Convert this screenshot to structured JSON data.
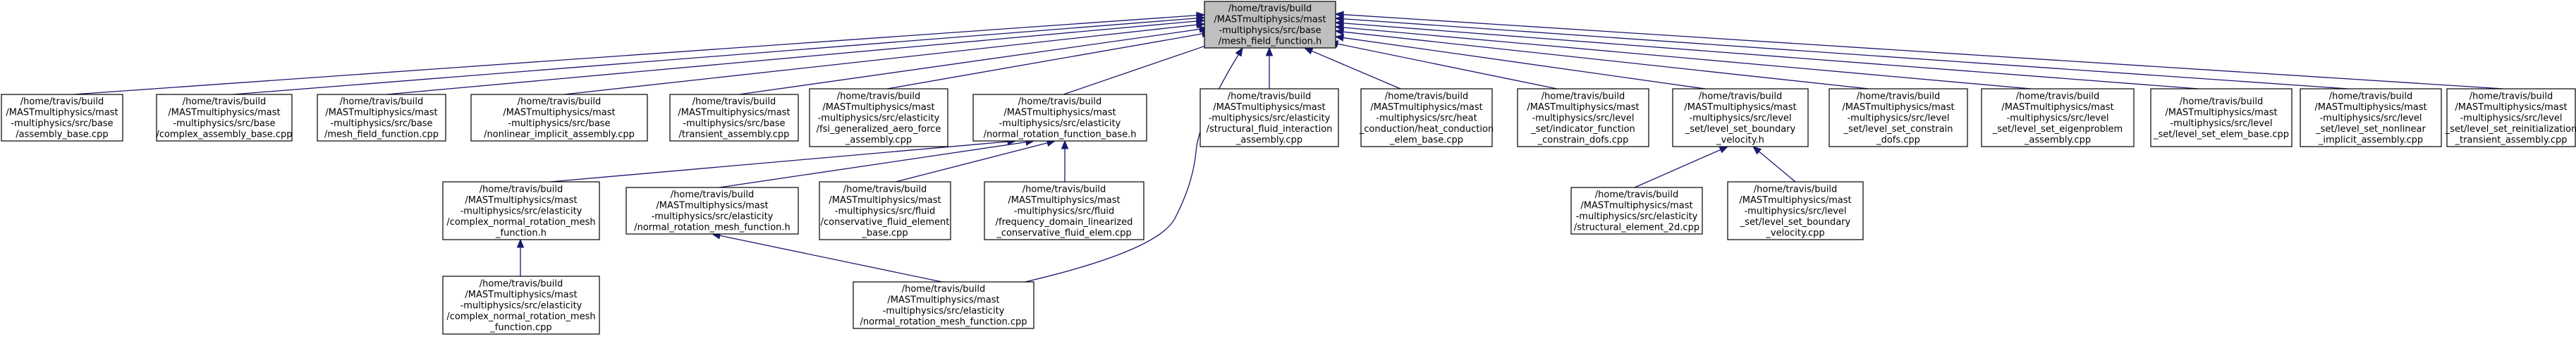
{
  "diagram": {
    "type": "include-dependency-graph",
    "colors": {
      "edge": "#191970",
      "root_fill": "#bfbfbf",
      "node_fill": "#ffffff",
      "border": "#000000"
    },
    "nodes": [
      {
        "id": "root",
        "root": true,
        "lines": [
          "/home/travis/build",
          "/MASTmultiphysics/mast",
          "-multiphysics/src/base",
          "/mesh_field_function.h"
        ]
      },
      {
        "id": "assembly_base",
        "lines": [
          "/home/travis/build",
          "/MASTmultiphysics/mast",
          "-multiphysics/src/base",
          "/assembly_base.cpp"
        ]
      },
      {
        "id": "complex_assembly_base",
        "lines": [
          "/home/travis/build",
          "/MASTmultiphysics/mast",
          "-multiphysics/src/base",
          "/complex_assembly_base.cpp"
        ]
      },
      {
        "id": "mesh_field_function_cpp",
        "lines": [
          "/home/travis/build",
          "/MASTmultiphysics/mast",
          "-multiphysics/src/base",
          "/mesh_field_function.cpp"
        ]
      },
      {
        "id": "nonlinear_implicit_assembly",
        "lines": [
          "/home/travis/build",
          "/MASTmultiphysics/mast",
          "-multiphysics/src/base",
          "/nonlinear_implicit_assembly.cpp"
        ]
      },
      {
        "id": "transient_assembly",
        "lines": [
          "/home/travis/build",
          "/MASTmultiphysics/mast",
          "-multiphysics/src/base",
          "/transient_assembly.cpp"
        ]
      },
      {
        "id": "fsi_generalized_aero_force",
        "lines": [
          "/home/travis/build",
          "/MASTmultiphysics/mast",
          "-multiphysics/src/elasticity",
          "/fsi_generalized_aero_force",
          "_assembly.cpp"
        ]
      },
      {
        "id": "normal_rotation_function_base",
        "lines": [
          "/home/travis/build",
          "/MASTmultiphysics/mast",
          "-multiphysics/src/elasticity",
          "/normal_rotation_function_base.h"
        ]
      },
      {
        "id": "structural_fluid_interaction",
        "lines": [
          "/home/travis/build",
          "/MASTmultiphysics/mast",
          "-multiphysics/src/elasticity",
          "/structural_fluid_interaction",
          "_assembly.cpp"
        ]
      },
      {
        "id": "conduction_elem_base",
        "lines": [
          "/home/travis/build",
          "/MASTmultiphysics/mast",
          "-multiphysics/src/heat",
          "_conduction/heat_conduction",
          "_elem_base.cpp"
        ]
      },
      {
        "id": "indicator_function",
        "lines": [
          "/home/travis/build",
          "/MASTmultiphysics/mast",
          "-multiphysics/src/level",
          "_set/indicator_function",
          "_constrain_dofs.cpp"
        ]
      },
      {
        "id": "level_set_boundary_velocity_h",
        "lines": [
          "/home/travis/build",
          "/MASTmultiphysics/mast",
          "-multiphysics/src/level",
          "_set/level_set_boundary",
          "_velocity.h"
        ]
      },
      {
        "id": "level_set_constrain_dofs",
        "lines": [
          "/home/travis/build",
          "/MASTmultiphysics/mast",
          "-multiphysics/src/level",
          "_set/level_set_constrain",
          "_dofs.cpp"
        ]
      },
      {
        "id": "level_set_eigenproblem",
        "lines": [
          "/home/travis/build",
          "/MASTmultiphysics/mast",
          "-multiphysics/src/level",
          "_set/level_set_eigenproblem",
          "_assembly.cpp"
        ]
      },
      {
        "id": "level_set_elem_base",
        "lines": [
          "/home/travis/build",
          "/MASTmultiphysics/mast",
          "-multiphysics/src/level",
          "_set/level_set_elem_base.cpp"
        ]
      },
      {
        "id": "level_set_nonlinear",
        "lines": [
          "/home/travis/build",
          "/MASTmultiphysics/mast",
          "-multiphysics/src/level",
          "_set/level_set_nonlinear",
          "_implicit_assembly.cpp"
        ]
      },
      {
        "id": "level_set_reinitialization",
        "lines": [
          "/home/travis/build",
          "/MASTmultiphysics/mast",
          "-multiphysics/src/level",
          "_set/level_set_reinitialization",
          "_transient_assembly.cpp"
        ]
      },
      {
        "id": "complex_normal_rotation_mesh_h",
        "lines": [
          "/home/travis/build",
          "/MASTmultiphysics/mast",
          "-multiphysics/src/elasticity",
          "/complex_normal_rotation_mesh",
          "_function.h"
        ]
      },
      {
        "id": "normal_rotation_mesh_function_h",
        "lines": [
          "/home/travis/build",
          "/MASTmultiphysics/mast",
          "-multiphysics/src/elasticity",
          "/normal_rotation_mesh_function.h"
        ]
      },
      {
        "id": "conservative_fluid_element_base",
        "lines": [
          "/home/travis/build",
          "/MASTmultiphysics/mast",
          "-multiphysics/src/fluid",
          "/conservative_fluid_element",
          "_base.cpp"
        ]
      },
      {
        "id": "frequency_domain_linearized",
        "lines": [
          "/home/travis/build",
          "/MASTmultiphysics/mast",
          "-multiphysics/src/fluid",
          "/frequency_domain_linearized",
          "_conservative_fluid_elem.cpp"
        ]
      },
      {
        "id": "structural_element_2d",
        "lines": [
          "/home/travis/build",
          "/MASTmultiphysics/mast",
          "-multiphysics/src/elasticity",
          "/structural_element_2d.cpp"
        ]
      },
      {
        "id": "level_set_boundary_velocity_cpp",
        "lines": [
          "/home/travis/build",
          "/MASTmultiphysics/mast",
          "-multiphysics/src/level",
          "_set/level_set_boundary",
          "_velocity.cpp"
        ]
      },
      {
        "id": "complex_normal_rotation_mesh_cpp",
        "lines": [
          "/home/travis/build",
          "/MASTmultiphysics/mast",
          "-multiphysics/src/elasticity",
          "/complex_normal_rotation_mesh",
          "_function.cpp"
        ]
      },
      {
        "id": "normal_rotation_mesh_function_cpp",
        "lines": [
          "/home/travis/build",
          "/MASTmultiphysics/mast",
          "-multiphysics/src/elasticity",
          "/normal_rotation_mesh_function.cpp"
        ]
      }
    ],
    "edges": [
      {
        "from": "assembly_base",
        "to": "root"
      },
      {
        "from": "complex_assembly_base",
        "to": "root"
      },
      {
        "from": "mesh_field_function_cpp",
        "to": "root"
      },
      {
        "from": "nonlinear_implicit_assembly",
        "to": "root"
      },
      {
        "from": "transient_assembly",
        "to": "root"
      },
      {
        "from": "fsi_generalized_aero_force",
        "to": "root"
      },
      {
        "from": "normal_rotation_function_base",
        "to": "root"
      },
      {
        "from": "normal_rotation_mesh_function_cpp",
        "to": "root"
      },
      {
        "from": "structural_fluid_interaction",
        "to": "root"
      },
      {
        "from": "conduction_elem_base",
        "to": "root"
      },
      {
        "from": "indicator_function",
        "to": "root"
      },
      {
        "from": "level_set_boundary_velocity_h",
        "to": "root"
      },
      {
        "from": "level_set_constrain_dofs",
        "to": "root"
      },
      {
        "from": "level_set_eigenproblem",
        "to": "root"
      },
      {
        "from": "level_set_elem_base",
        "to": "root"
      },
      {
        "from": "level_set_nonlinear",
        "to": "root"
      },
      {
        "from": "level_set_reinitialization",
        "to": "root"
      },
      {
        "from": "complex_normal_rotation_mesh_h",
        "to": "normal_rotation_function_base"
      },
      {
        "from": "normal_rotation_mesh_function_h",
        "to": "normal_rotation_function_base"
      },
      {
        "from": "conservative_fluid_element_base",
        "to": "normal_rotation_function_base"
      },
      {
        "from": "frequency_domain_linearized",
        "to": "normal_rotation_function_base"
      },
      {
        "from": "complex_normal_rotation_mesh_cpp",
        "to": "complex_normal_rotation_mesh_h"
      },
      {
        "from": "normal_rotation_mesh_function_cpp",
        "to": "normal_rotation_mesh_function_h"
      },
      {
        "from": "structural_element_2d",
        "to": "level_set_boundary_velocity_h"
      },
      {
        "from": "level_set_boundary_velocity_cpp",
        "to": "level_set_boundary_velocity_h"
      }
    ]
  }
}
